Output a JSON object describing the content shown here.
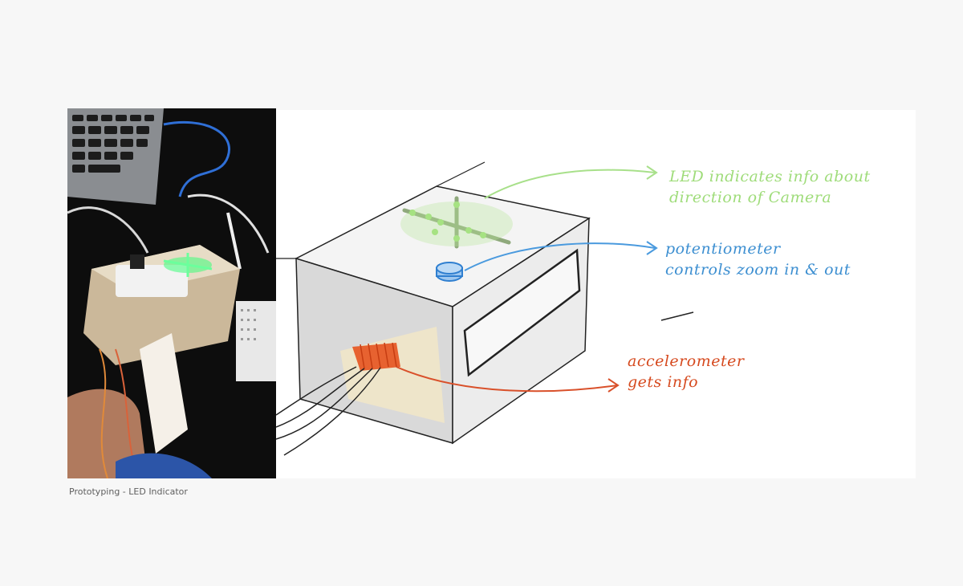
{
  "caption": "Prototyping - LED Indicator",
  "annotations": {
    "led": {
      "line1": "LED indicates info about",
      "line2": "direction of Camera",
      "color": "#9fdc7a"
    },
    "potentiometer": {
      "line1": "potentiometer",
      "line2": "controls zoom in & out",
      "color": "#3d8fd1"
    },
    "accelerometer": {
      "line1": "accelerometer",
      "line2": "gets info",
      "color": "#d64a1f"
    }
  },
  "colors": {
    "page_background": "#f7f7f7",
    "sketch_background": "#ffffff",
    "photo_background": "#111111"
  }
}
